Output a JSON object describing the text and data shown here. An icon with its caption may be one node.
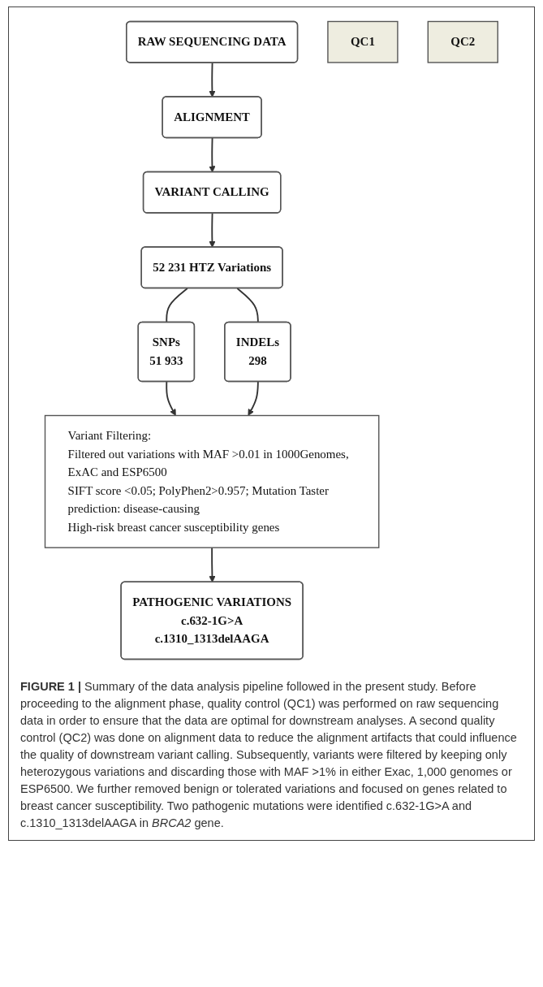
{
  "diagram": {
    "caption": "**FIGURE 1 |** Summary of the data analysis pipeline followed in the present study. Before proceeding to the alignment phase, quality control (QC1) was performed on raw sequencing data in order to ensure that the data are optimal for downstream analyses. A second quality control (QC2) was done on alignment data to reduce the alignment artifacts that could influence the quality of downstream variant calling. Subsequently, variants were filtered by keeping only heterozygous variations and discarding those with MAF >1% in either Exac, 1,000 genomes or ESP6500. We further removed benign or tolerated variations and focused on genes related to breast cancer susceptibility. Two pathogenic mutations were identified c.632-1G>A and c.1310_1313delAAGA in *BRCA2* gene.",
    "nodes": [
      {
        "text": [
          "RAW SEQUENCING DATA"
        ]
      },
      {
        "text": [
          "QC1"
        ]
      },
      {
        "text": [
          "ALIGNMENT"
        ]
      },
      {
        "text": [
          "QC2"
        ]
      },
      {
        "text": [
          "VARIANT CALLING"
        ]
      },
      {
        "text": [
          "52 231 HTZ Variations"
        ]
      },
      {
        "text": [
          "SNPs",
          "51 933"
        ]
      },
      {
        "text": [
          "INDELs",
          "298"
        ]
      },
      {
        "text": [
          "Variant Filtering:",
          "Filtered out variations with MAF >0.01 in 1000Genomes, ExAC and ESP6500",
          "SIFT score <0.05; PolyPhen2>0.957; Mutation Taster prediction: disease-causing",
          "High-risk breast cancer susceptibility genes"
        ]
      },
      {
        "text": [
          "PATHOGENIC VARIATIONS",
          "c.632-1G>A",
          "c.1310_1313delAAGA"
        ]
      }
    ],
    "edges": [
      {
        "from": 0,
        "to": 2,
        "arrow": "to"
      },
      {
        "from": 2,
        "to": 4,
        "arrow": "to"
      },
      {
        "from": 4,
        "to": 5,
        "arrow": "to"
      },
      {
        "from": 5,
        "to": 6,
        "arrow": "none"
      },
      {
        "from": 5,
        "to": 7,
        "arrow": "none"
      },
      {
        "from": 6,
        "to": 8,
        "arrow": "to"
      },
      {
        "from": 7,
        "to": 8,
        "arrow": "to"
      },
      {
        "from": 8,
        "to": 9,
        "arrow": "to"
      }
    ]
  }
}
